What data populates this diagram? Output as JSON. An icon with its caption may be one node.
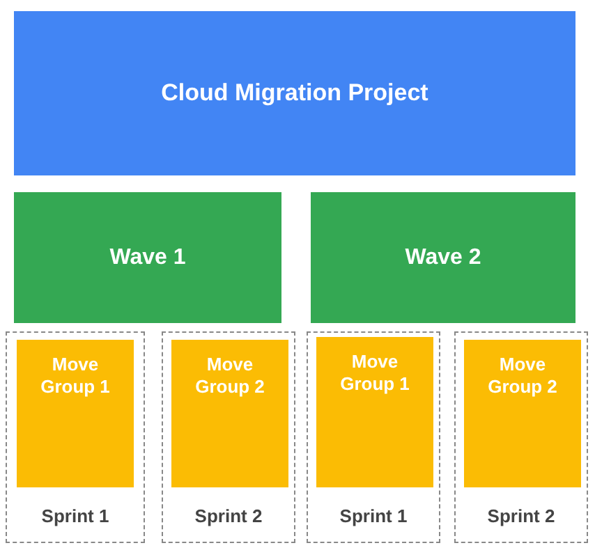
{
  "diagram": {
    "nodes": [
      {
        "text": [
          "Cloud Migration Project"
        ]
      },
      {
        "text": [
          "Wave 1"
        ]
      },
      {
        "text": [
          "Wave 2"
        ]
      },
      {
        "text": [
          "Sprint 1"
        ]
      },
      {
        "text": [
          "Move Group 1"
        ],
        "in": 3
      },
      {
        "text": [
          "Sprint 2"
        ]
      },
      {
        "text": [
          "Move Group 2"
        ],
        "in": 5
      },
      {
        "text": [
          "Sprint 1"
        ]
      },
      {
        "text": [
          "Move Group 1"
        ],
        "in": 7
      },
      {
        "text": [
          "Sprint 2"
        ]
      },
      {
        "text": [
          "Move Group 2"
        ],
        "in": 9
      }
    ]
  }
}
